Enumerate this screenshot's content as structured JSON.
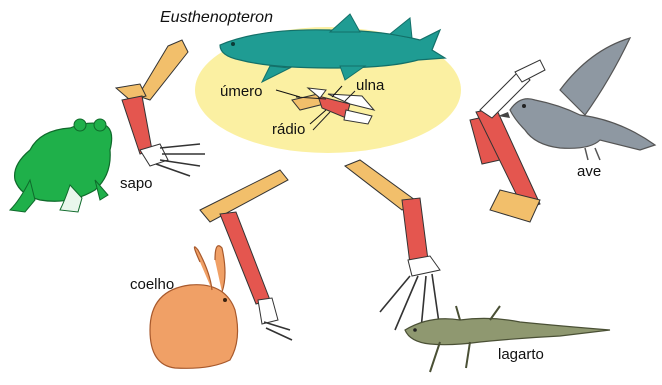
{
  "labels": {
    "eusthenopteron": "Eusthenopteron",
    "umero": "úmero",
    "ulna": "ulna",
    "radio": "rádio",
    "sapo": "sapo",
    "ave": "ave",
    "coelho": "coelho",
    "lagarto": "lagarto"
  },
  "colors": {
    "humerus": "#f2bf6b",
    "radius": "#e4564f",
    "ulna": "#ffffff",
    "ellipse": "#fbf0a2",
    "fish": "#1f9c93",
    "frog": "#1fb04a",
    "bird": "#8e98a2",
    "rabbit": "#f0a066",
    "lizard": "#8f9870"
  }
}
